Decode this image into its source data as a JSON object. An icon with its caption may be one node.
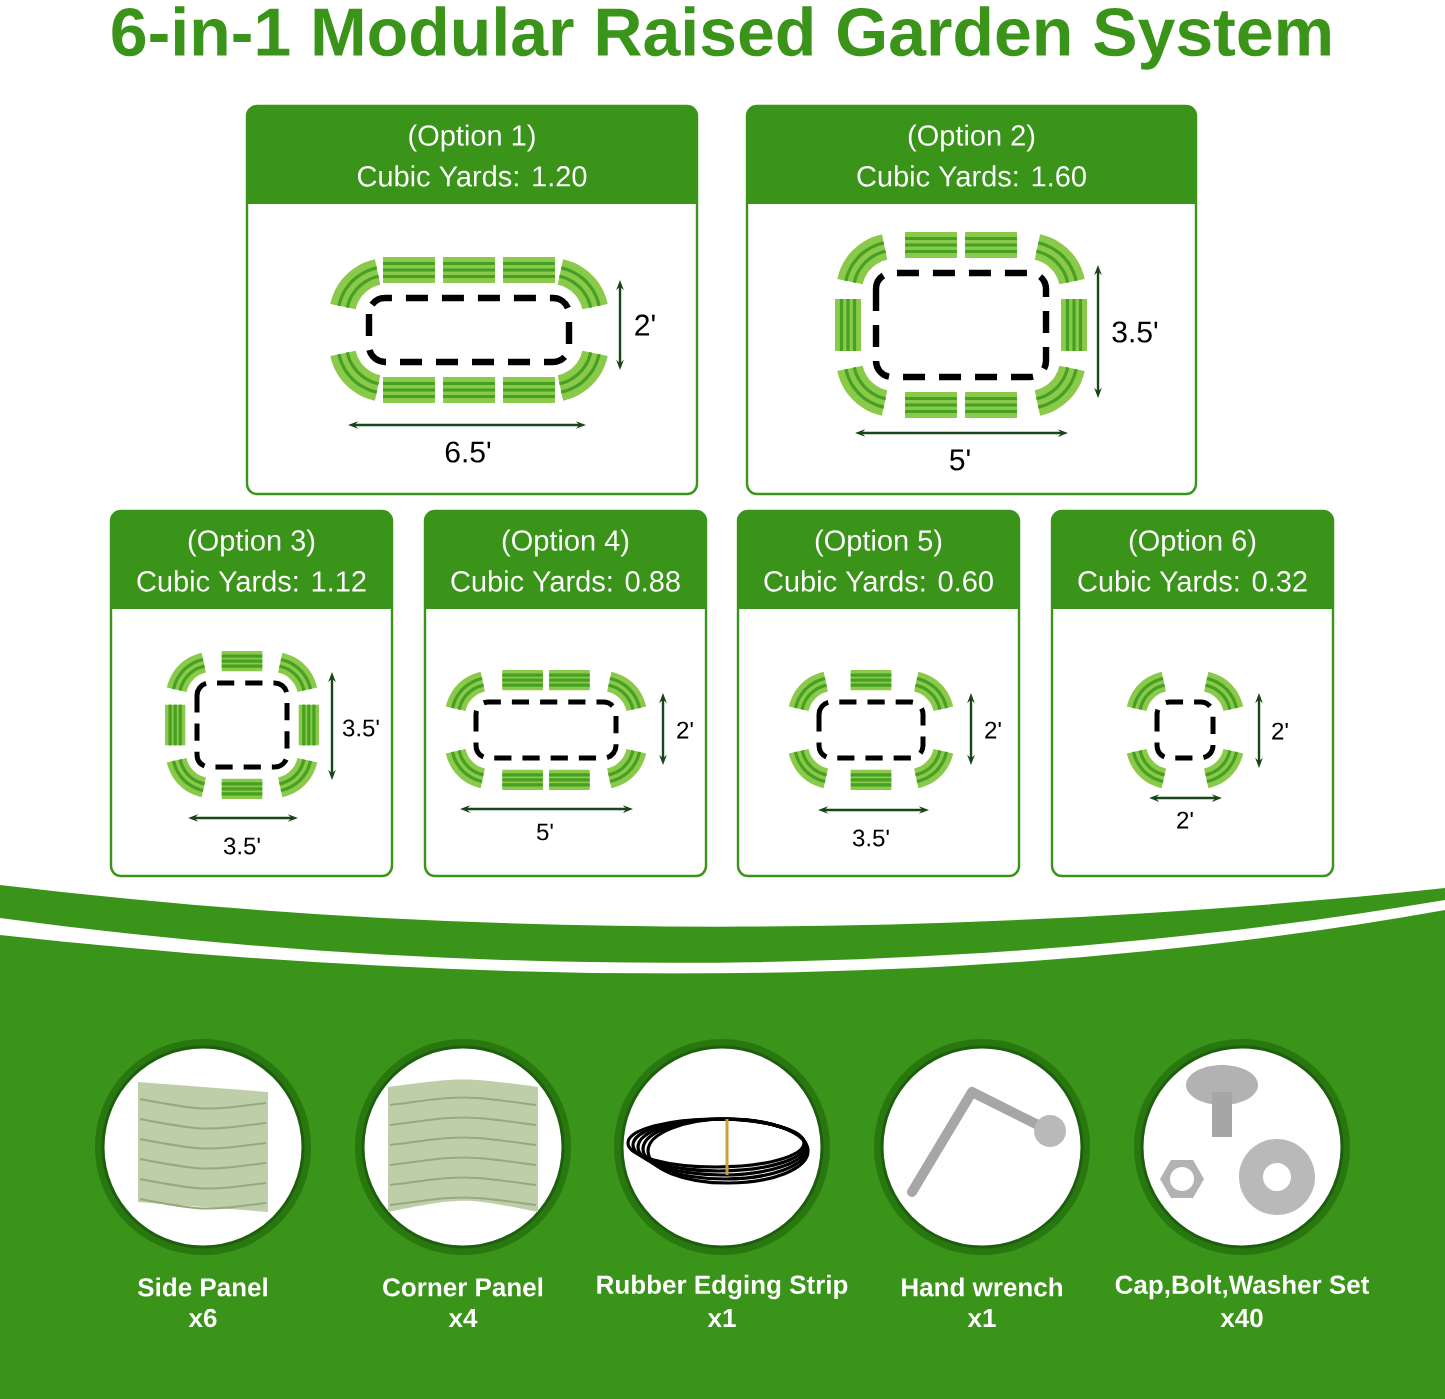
{
  "diagram": {
    "title": "6-in-1 Modular Raised Garden System",
    "nodes": [
      {
        "text": [
          "(Option 1)",
          "Cubic Yards: 1.20"
        ]
      },
      {
        "text": [
          "(Option 2)",
          "Cubic Yards: 1.60"
        ]
      },
      {
        "text": [
          "(Option 3)",
          "Cubic Yards: 1.12"
        ]
      },
      {
        "text": [
          "(Option 4)",
          "Cubic Yards: 0.88"
        ]
      },
      {
        "text": [
          "(Option 5)",
          "Cubic Yards: 0.60"
        ]
      },
      {
        "text": [
          "(Option 6)",
          "Cubic Yards: 0.32"
        ]
      },
      {
        "text": [
          "Side Panel",
          "x6"
        ]
      },
      {
        "text": [
          "Corner Panel",
          "x4"
        ]
      },
      {
        "text": [
          "Rubber Edging Strip",
          "x1"
        ]
      },
      {
        "text": [
          "Hand wrench",
          "x1"
        ]
      },
      {
        "text": [
          "Cap,Bolt,Washer Set",
          "x40"
        ]
      }
    ],
    "labels": [
      "2'",
      "6.5'",
      "3.5'",
      "5'",
      "3.5'",
      "3.5'",
      "2'",
      "5'",
      "2'",
      "3.5'",
      "2'",
      "2'"
    ]
  }
}
